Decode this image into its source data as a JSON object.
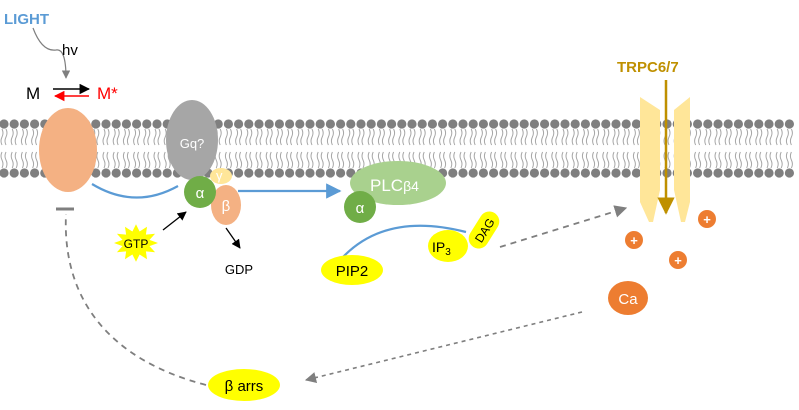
{
  "colors": {
    "light": "#5b9bd5",
    "red": "#ff0000",
    "black": "#000000",
    "membrane_head": "#7f7f7f",
    "tail": "#a6a6a6",
    "rhodopsin": "#f4b183",
    "gq": "#a6a6a6",
    "alpha": "#70ad47",
    "beta": "#f4b183",
    "gamma": "#ffe699",
    "plc": "#a9d18e",
    "yellow": "#ffff00",
    "trp": "#ffe699",
    "trp_arrow": "#bf9000",
    "ca": "#ed7d31",
    "dashed": "#7f7f7f",
    "blue_line": "#5b9bd5"
  },
  "labels": {
    "light": "LIGHT",
    "hv": "hv",
    "m": "M",
    "m_star": "M*",
    "gq": "Gq?",
    "gamma": "γ",
    "alpha_g": "α",
    "beta": "β",
    "gtp": "GTP",
    "gdp": "GDP",
    "plc_main": "PLC",
    "plc_sub": "β4",
    "alpha_plc": "α",
    "pip2": "PIP2",
    "ip3_main": "IP",
    "ip3_sub": "3",
    "dag": "DAG",
    "trpc": "TRPC6/7",
    "plus": "+",
    "ca": "Ca",
    "beta_arrs": "β arrs"
  }
}
